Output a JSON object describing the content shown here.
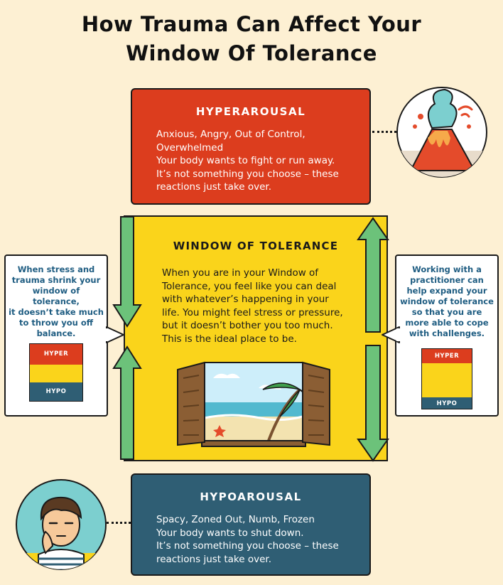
{
  "title_line1": "How Trauma Can Affect Your",
  "title_line2": "Window Of Tolerance",
  "hyperarousal": {
    "title": "HYPERAROUSAL",
    "body": "Anxious, Angry, Out of Control,\nOverwhelmed\nYour body wants to fight or run away.\nIt’s not something you choose – these\nreactions just take over."
  },
  "window": {
    "title": "WINDOW OF TOLERANCE",
    "body": "When you are in your Window of\nTolerance, you feel like you can deal\nwith whatever’s happening in your\nlife.  You might feel stress or pressure,\nbut it doesn’t bother you too much.\nThis is the ideal place to be."
  },
  "hypoarousal": {
    "title": "HYPOAROUSAL",
    "body": "Spacy, Zoned Out, Numb, Frozen\nYour body wants to shut down.\nIt’s not something you choose – these\nreactions just take over."
  },
  "left_note": {
    "text": "When stress and\ntrauma shrink your\nwindow of tolerance,\nit doesn’t take much\nto throw you off\nbalance.",
    "hyper_label": "HYPER",
    "hypo_label": "HYPO"
  },
  "right_note": {
    "text": "Working with a\npractitioner can\nhelp expand your\nwindow of tolerance\nso that you are\nmore able to cope\nwith challenges.",
    "hyper_label": "HYPER",
    "hypo_label": "HYPO"
  },
  "colors": {
    "background": "#fdf0d3",
    "hyper": "#dc3d1e",
    "window": "#fad41b",
    "hypo": "#2f5e74",
    "arrow": "#6cc27a",
    "note_text": "#1f5d82"
  }
}
